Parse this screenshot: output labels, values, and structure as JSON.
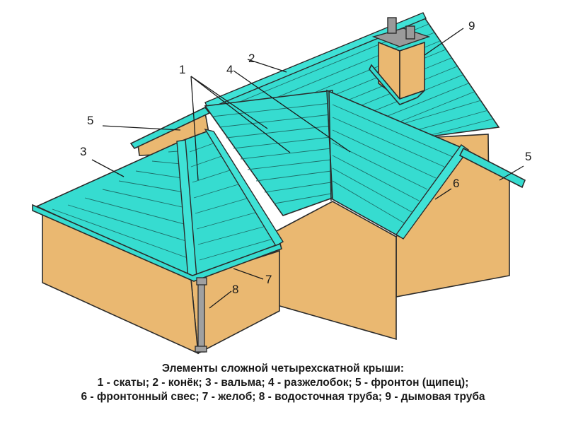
{
  "labels": {
    "l1": "1",
    "l2": "2",
    "l3": "3",
    "l4": "4",
    "l5a": "5",
    "l5b": "5",
    "l6": "6",
    "l7": "7",
    "l8": "8",
    "l9": "9"
  },
  "caption": {
    "line1": "Элементы сложной четырехскатной крыши:",
    "line2": "1 - скаты; 2 - конёк; 3 - вальма; 4 - разжелобок; 5 - фронтон (щипец);",
    "line3": "6 - фронтонный свес; 7 - желоб; 8 - водосточная труба; 9 - дымовая труба"
  },
  "colors": {
    "roof": "#36dcd0",
    "wall": "#eab871",
    "outline": "#2b2b2b"
  }
}
